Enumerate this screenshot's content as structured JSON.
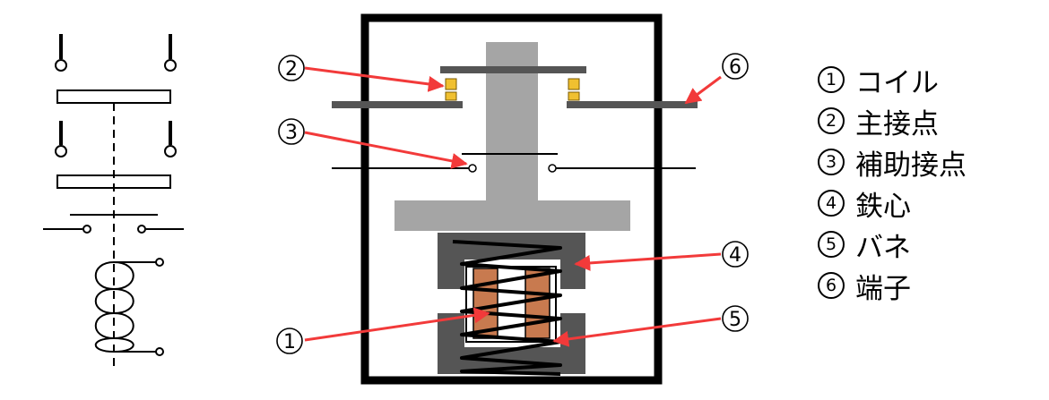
{
  "legend": [
    {
      "num": "1",
      "label": "コイル"
    },
    {
      "num": "2",
      "label": "主接点"
    },
    {
      "num": "3",
      "label": "補助接点"
    },
    {
      "num": "4",
      "label": "鉄心"
    },
    {
      "num": "5",
      "label": "バネ"
    },
    {
      "num": "6",
      "label": "端子"
    }
  ],
  "callouts": {
    "c1": "1",
    "c2": "2",
    "c3": "3",
    "c4": "4",
    "c5": "5",
    "c6": "6"
  },
  "colors": {
    "arrow": "#f23a3a",
    "frame": "#000000",
    "dark_gray": "#555555",
    "light_gray": "#a5a5a5",
    "coil": "#c87a4f",
    "contact": "#f0c030"
  }
}
